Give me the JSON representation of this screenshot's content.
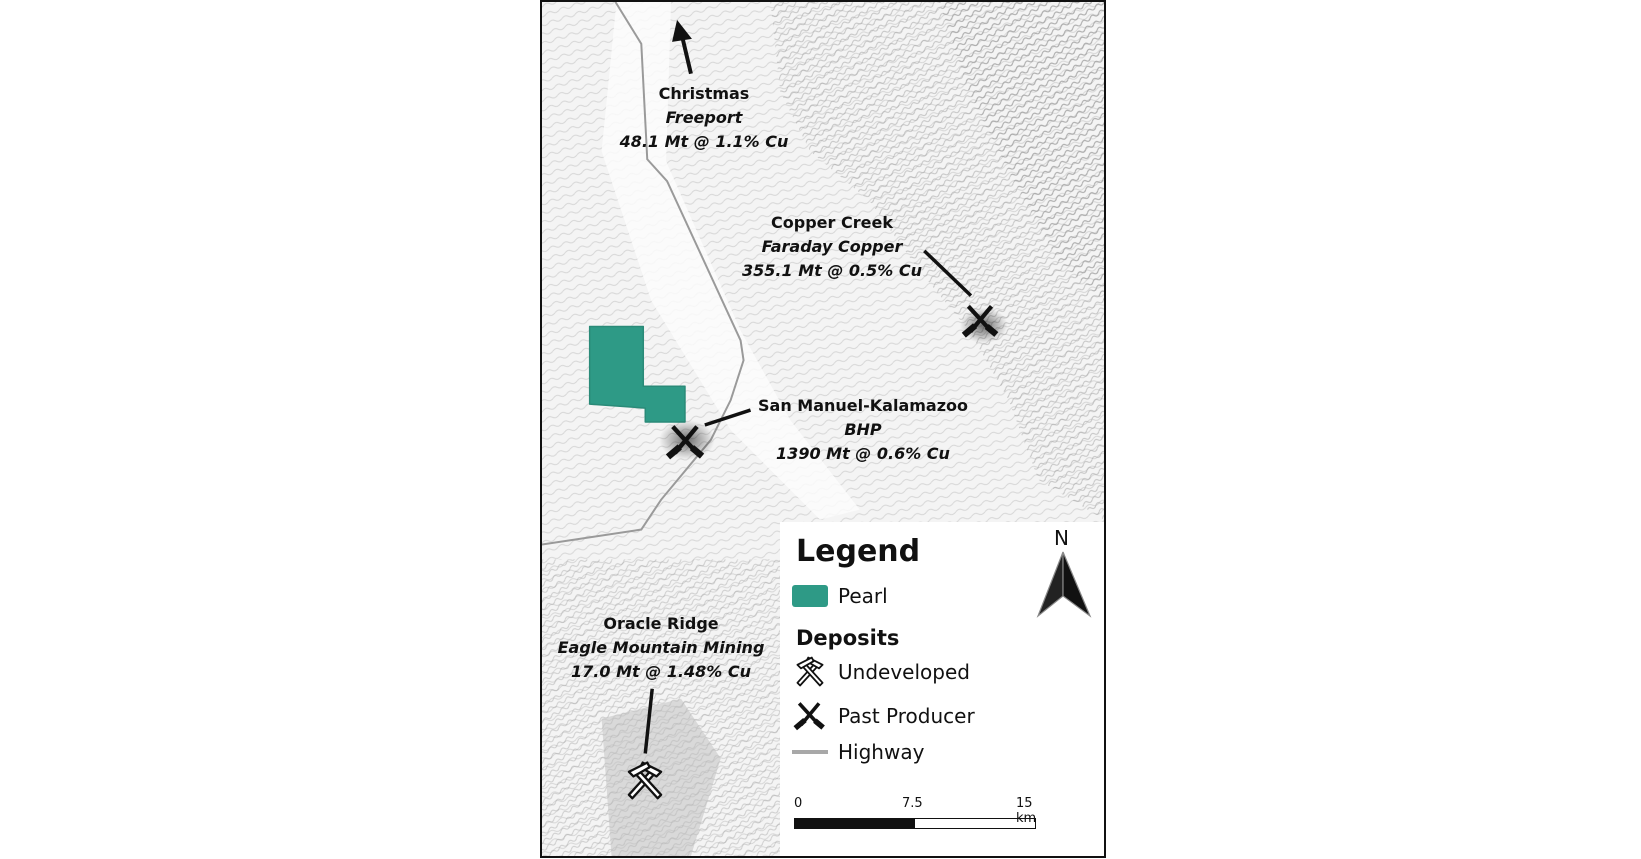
{
  "map": {
    "colors": {
      "pearl_fill": "#2e9a86",
      "highway": "#9a9a9a",
      "frame": "#111111",
      "terrain_bg": "#f2f2f2"
    },
    "deposits": [
      {
        "name": "Christmas",
        "owner": "Freeport",
        "resource": "48.1 Mt @ 1.1% Cu",
        "marker": "north-arrow-offmap"
      },
      {
        "name": "Copper Creek",
        "owner": "Faraday Copper",
        "resource": "355.1 Mt @ 0.5% Cu",
        "marker": "past-producer"
      },
      {
        "name": "San Manuel-Kalamazoo",
        "owner": "BHP",
        "resource": "1390 Mt @ 0.6% Cu",
        "marker": "past-producer"
      },
      {
        "name": "Oracle Ridge",
        "owner": "Eagle Mountain Mining",
        "resource": "17.0 Mt @ 1.48% Cu",
        "marker": "undeveloped"
      }
    ]
  },
  "legend": {
    "title": "Legend",
    "pearl_label": "Pearl",
    "deposits_heading": "Deposits",
    "undeveloped_label": "Undeveloped",
    "past_producer_label": "Past Producer",
    "highway_label": "Highway"
  },
  "north_arrow": {
    "label": "N"
  },
  "scale_bar": {
    "ticks": [
      "0",
      "7.5",
      "15 km"
    ]
  }
}
